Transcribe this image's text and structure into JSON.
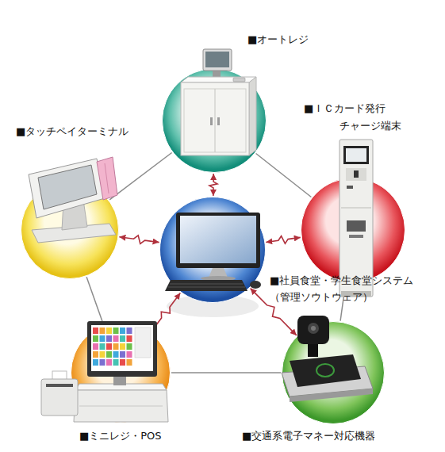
{
  "diagram": {
    "nodes": [
      {
        "text": [
          "■オートレジ"
        ]
      },
      {
        "text": [
          "■ＩＣカード発行 チャージ端末"
        ]
      },
      {
        "text": [
          "■タッチペイターミナル"
        ]
      },
      {
        "text": [
          "■社員食堂・学生食堂システム （管理ソウトウェア）"
        ]
      },
      {
        "text": [
          "■ミニレジ・POS"
        ]
      },
      {
        "text": [
          "■交通系電子マネー対応機器"
        ]
      }
    ],
    "edges": [
      {
        "from": 3,
        "to": 0,
        "arrow": "both"
      },
      {
        "from": 3,
        "to": 1,
        "arrow": "both"
      },
      {
        "from": 3,
        "to": 2,
        "arrow": "both"
      },
      {
        "from": 3,
        "to": 4,
        "arrow": "both"
      },
      {
        "from": 3,
        "to": 5,
        "arrow": "both"
      },
      {
        "from": 0,
        "to": 1,
        "arrow": "none"
      },
      {
        "from": 1,
        "to": 5,
        "arrow": "none"
      },
      {
        "from": 5,
        "to": 4,
        "arrow": "none"
      },
      {
        "from": 4,
        "to": 2,
        "arrow": "none"
      },
      {
        "from": 2,
        "to": 0,
        "arrow": "none"
      }
    ]
  }
}
